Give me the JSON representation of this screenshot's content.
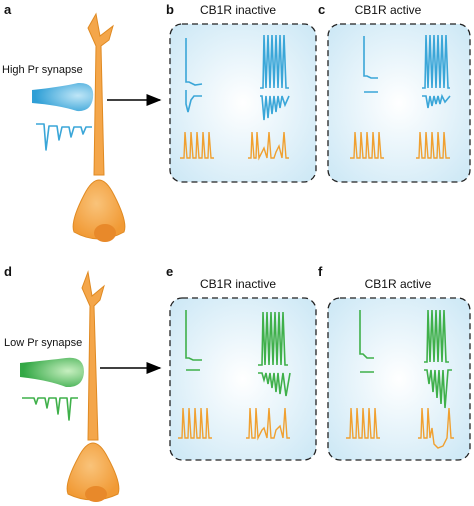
{
  "colors": {
    "neuron": "#f4a64a",
    "neuron_edge": "#e08a22",
    "nucleus": "#e8892a",
    "trace_orange": "#f0a030",
    "high_pr_blue": "#3aa6d8",
    "low_pr_green": "#3fb04a",
    "box_fill": "#e4f4fb",
    "box_border": "#222222",
    "arrow": "#000000"
  },
  "rows": [
    {
      "id": "top",
      "panel_neuron": "a",
      "synapse_label": "High Pr synapse",
      "synapse_color_key": "high_pr_blue",
      "boxes": [
        {
          "letter": "b",
          "title": "CB1R inactive"
        },
        {
          "letter": "c",
          "title": "CB1R active"
        }
      ]
    },
    {
      "id": "bottom",
      "panel_neuron": "d",
      "synapse_label": "Low Pr synapse",
      "synapse_color_key": "low_pr_green",
      "boxes": [
        {
          "letter": "e",
          "title": "CB1R inactive"
        },
        {
          "letter": "f",
          "title": "CB1R active"
        }
      ]
    }
  ]
}
